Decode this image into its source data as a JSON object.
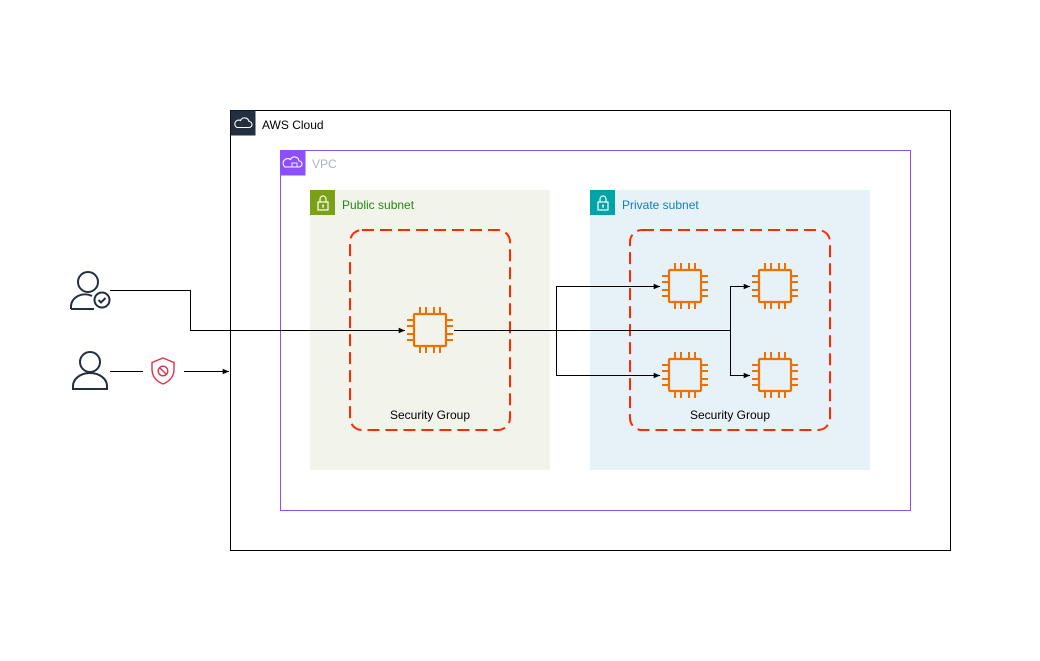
{
  "aws_cloud": {
    "label": "AWS Cloud",
    "color": "#232f3e",
    "icon": "cloud-icon"
  },
  "vpc": {
    "label": "VPC",
    "color": "#8c4fff",
    "label_color": "#aab7b8",
    "icon": "vpc-icon"
  },
  "public_subnet": {
    "label": "Public subnet",
    "color": "#7aa116",
    "text_color": "#248814",
    "fill": "#f2f3eb",
    "icon": "lock-icon"
  },
  "private_subnet": {
    "label": "Private subnet",
    "color": "#00a4a6",
    "text_color": "#147eba",
    "fill": "#e6f2f8",
    "icon": "lock-icon"
  },
  "security_groups": {
    "public": {
      "label": "Security Group"
    },
    "private": {
      "label": "Security Group"
    },
    "border_color": "#ff2a00"
  },
  "instances": {
    "icon": "ec2-instance-icon",
    "color": "#ed7100",
    "public_count": 1,
    "private_count": 4
  },
  "users": {
    "allowed": {
      "icon": "user-verified-icon"
    },
    "blocked": {
      "icon": "user-icon",
      "shield_icon": "blocked-shield-icon",
      "shield_color": "#dd344c"
    }
  }
}
